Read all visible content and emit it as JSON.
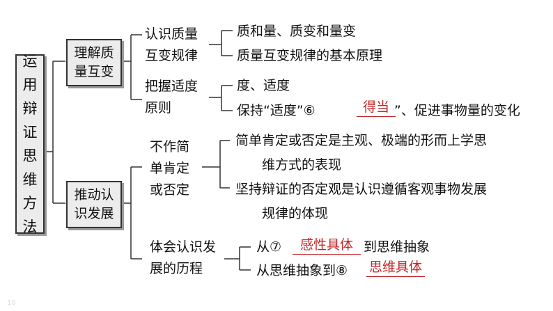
{
  "root": {
    "chars": [
      "运",
      "用",
      "辩",
      "证",
      "思",
      "维",
      "方",
      "法"
    ]
  },
  "branches": [
    {
      "lines": [
        "理解质",
        "量互变"
      ],
      "children": [
        {
          "lines": [
            "认识质量",
            "互变规律"
          ],
          "leaves": [
            "质和量、质变和量变",
            "质量互变规律的基本原理"
          ]
        },
        {
          "lines": [
            "把握适度",
            "原则"
          ],
          "leaves": [
            "度、适度"
          ],
          "blank_leaf": {
            "prefix": "保持“适度”⑥",
            "open_quote": "“",
            "answer": "得当",
            "suffix": "”、促进事物量的变化"
          }
        }
      ]
    },
    {
      "lines": [
        "推动认",
        "识发展"
      ],
      "children": [
        {
          "lines": [
            "不作简",
            "单肯定",
            "或否定"
          ],
          "leaves": [
            "简单肯定或否定是主观、极端的形而上学思",
            "维方式的表现",
            "坚持辩证的否定观是认识遵循客观事物发展",
            "规律的体现"
          ]
        },
        {
          "lines": [
            "体会认识发",
            "展的历程"
          ],
          "blank_leaves": [
            {
              "prefix": "从⑦",
              "answer": "感性具体",
              "suffix": "到思维抽象"
            },
            {
              "prefix": "从思维抽象到⑧",
              "answer": "思维具体",
              "suffix": ""
            }
          ]
        }
      ]
    }
  ],
  "page_number": "10",
  "colors": {
    "answer": "#c0282a",
    "box_fill": "#ececec",
    "line": "#333333"
  }
}
